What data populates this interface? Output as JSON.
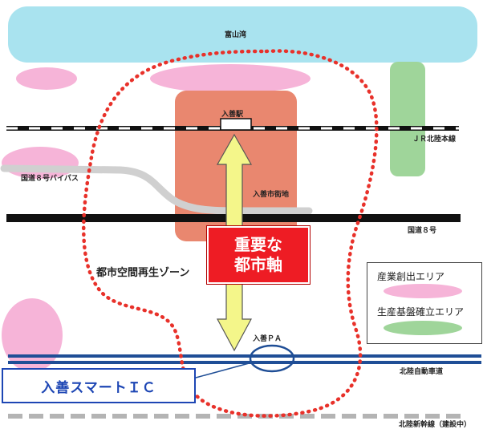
{
  "map": {
    "bay": "富山湾",
    "station": "入善駅",
    "jr_line": "ＪＲ北陸本線",
    "bypass": "国道８号バイパス",
    "downtown": "入善市街地",
    "route8": "国道８号",
    "zone": "都市空間再生ゾーン",
    "axis_line1": "重要な",
    "axis_line2": "都市軸",
    "parking_area": "入善ＰＡ",
    "expressway": "北陸自動車道",
    "smart_ic": "入善スマートＩＣ",
    "shinkansen": "北陸新幹線（建設中）"
  },
  "legend": {
    "items": [
      {
        "label": "産業創出エリア",
        "color": "#f6b4d8"
      },
      {
        "label": "生産基盤確立エリア",
        "color": "#9fd59a"
      }
    ]
  },
  "colors": {
    "sea": "#a9e3ef",
    "industry": "#f6b4d8",
    "agri": "#9fd59a",
    "downtown": "#e9876f",
    "zone_outline": "#e8312a",
    "axis_arrow": "#f4f68a",
    "expressway": "#1f4e96",
    "ic_highlight": "#1d46b4"
  }
}
